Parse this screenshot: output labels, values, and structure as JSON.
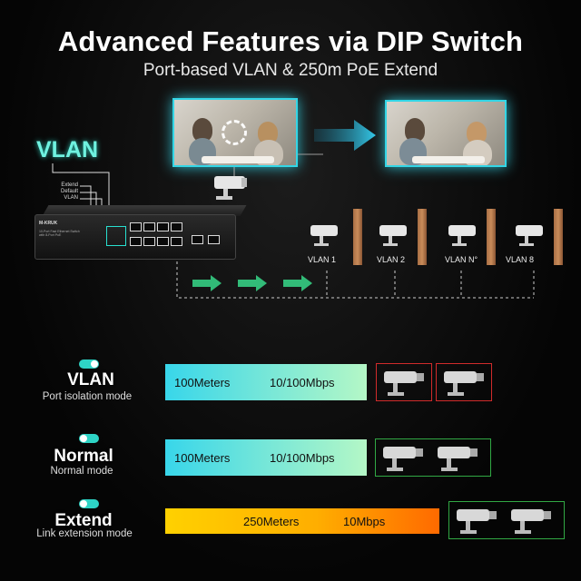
{
  "header": {
    "title": "Advanced Features via DIP Switch",
    "subtitle": "Port-based VLAN & 250m PoE Extend"
  },
  "vlan_section": {
    "heading": "VLAN",
    "dip_labels": [
      "Extend",
      "Default",
      "VLAN"
    ],
    "switch_brand": "M-KRUK",
    "switch_model": "10-Port Fast Ethernet Switch with 8-Port PoE",
    "camera_labels": [
      "VLAN 1",
      "VLAN 2",
      "VLAN N°",
      "VLAN 8"
    ]
  },
  "modes": [
    {
      "name": "VLAN",
      "description": "Port isolation mode",
      "distance": "100Meters",
      "speed": "10/100Mbps",
      "camera_box_color": "#d02b2b",
      "toggle": "right"
    },
    {
      "name": "Normal",
      "description": "Normal mode",
      "distance": "100Meters",
      "speed": "10/100Mbps",
      "camera_box_color": "#31a844",
      "toggle": "left"
    },
    {
      "name": "Extend",
      "description": "Link extension mode",
      "distance": "250Meters",
      "speed": "10Mbps",
      "camera_box_color": "#31a844",
      "toggle": "left"
    }
  ],
  "colors": {
    "accent_cyan": "#2ed4c6",
    "red_box": "#d02b2b",
    "green_box": "#31a844",
    "extend_bar_start": "#ffd100",
    "extend_bar_end": "#ff6a00"
  }
}
